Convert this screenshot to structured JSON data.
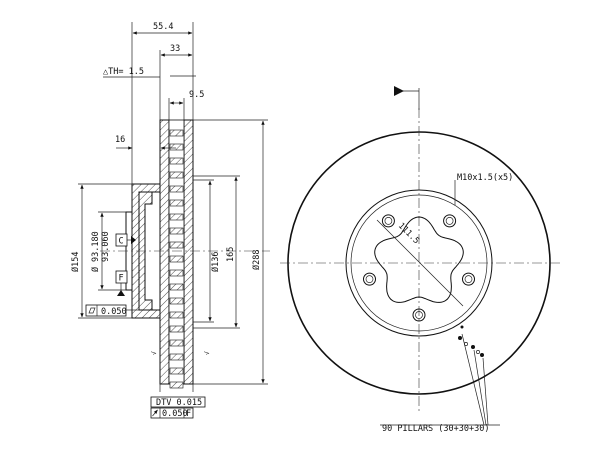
{
  "section_view": {
    "dimensions": {
      "overall_width": "55.4",
      "hat_depth": "33",
      "min_thickness_label": "△TH= 1.5",
      "vane_width": "9.5",
      "hub_offset": "16",
      "diameter_154": "Ø154",
      "diameter_93": "Ø",
      "tol_upper": "93.180",
      "tol_lower": "93.060",
      "diameter_136": "Ø136",
      "diameter_165": "165",
      "diameter_288": "Ø288"
    },
    "datum_c": "C",
    "datum_f": "F",
    "flatness_value": "0.050",
    "dtv_label": "DTV 0.015",
    "runout_value": "0.050",
    "runout_datum": "F"
  },
  "front_view": {
    "pcd_label": "111.5",
    "bolt_label": "M10x1.5(x5)",
    "pillars_label": "90 PILLARS (30+30+30)"
  }
}
